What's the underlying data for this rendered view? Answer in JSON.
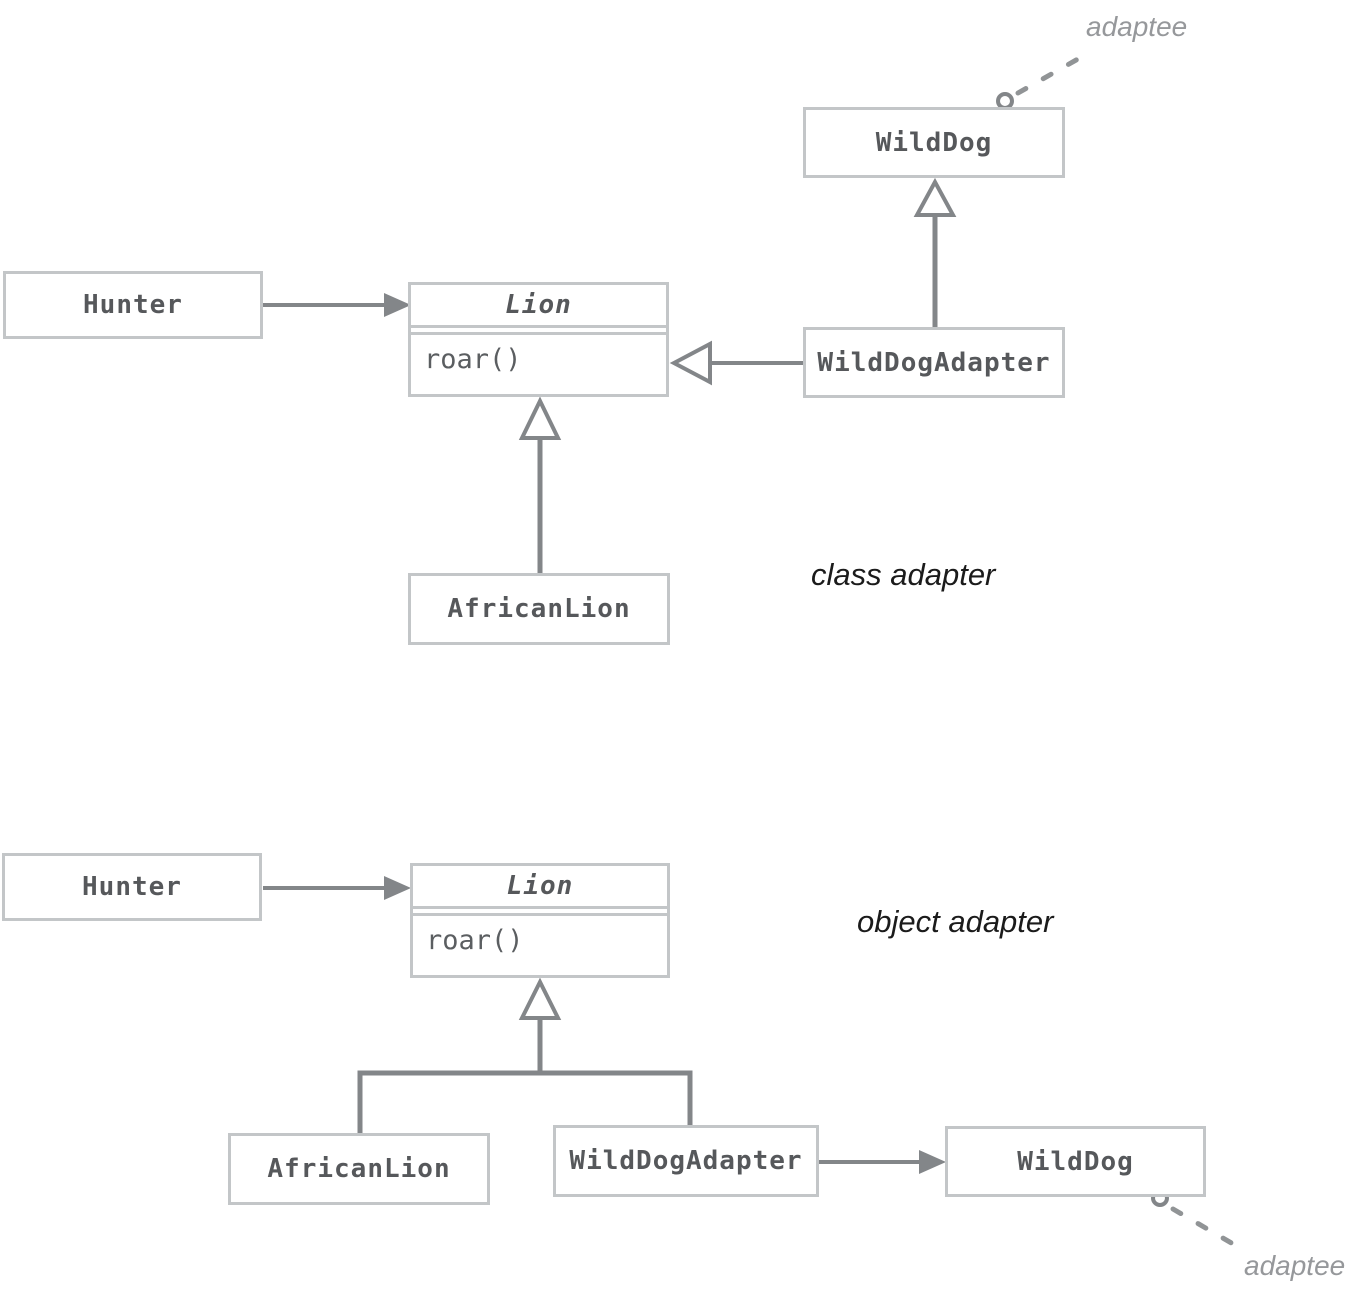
{
  "figure": {
    "description": "UML diagrams of the Adapter design pattern, class adapter and object adapter variants"
  },
  "colors": {
    "background": "#ffffff",
    "box_border": "#c3c6c8",
    "box_text": "#56585b",
    "connector": "#838689",
    "caption_text": "#1b1b1b",
    "annotation_text": "#96989b"
  },
  "class_adapter": {
    "caption": "class adapter",
    "adaptee_annotation": "adaptee",
    "nodes": {
      "hunter": "Hunter",
      "lion_title": "Lion",
      "lion_method": "roar()",
      "wilddog": "WildDog",
      "wilddog_adapter": "WildDogAdapter",
      "african_lion": "AfricanLion"
    }
  },
  "object_adapter": {
    "caption": "object adapter",
    "adaptee_annotation": "adaptee",
    "nodes": {
      "hunter": "Hunter",
      "lion_title": "Lion",
      "lion_method": "roar()",
      "wilddog": "WildDog",
      "wilddog_adapter": "WildDogAdapter",
      "african_lion": "AfricanLion"
    }
  }
}
